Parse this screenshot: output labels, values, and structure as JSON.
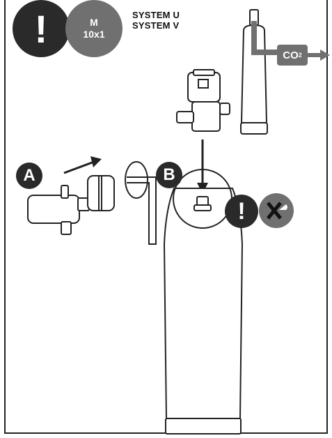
{
  "badges": {
    "warning_symbol": "!",
    "thread_size_line1": "M",
    "thread_size_line2": "10x1"
  },
  "systems": {
    "line1_prefix": "SYSTEM ",
    "line1_letter": "U",
    "line2_prefix": "SYSTEM ",
    "line2_letter": "V"
  },
  "steps": {
    "a_label": "A",
    "b_label": "B"
  },
  "gas_flow": {
    "label_main": "CO",
    "label_sub": "2"
  },
  "warning_small": {
    "symbol": "!",
    "tool_icon": "no-tools-icon"
  },
  "colors": {
    "dark": "#2a2a2a",
    "grey": "#707070",
    "line": "#222222"
  }
}
